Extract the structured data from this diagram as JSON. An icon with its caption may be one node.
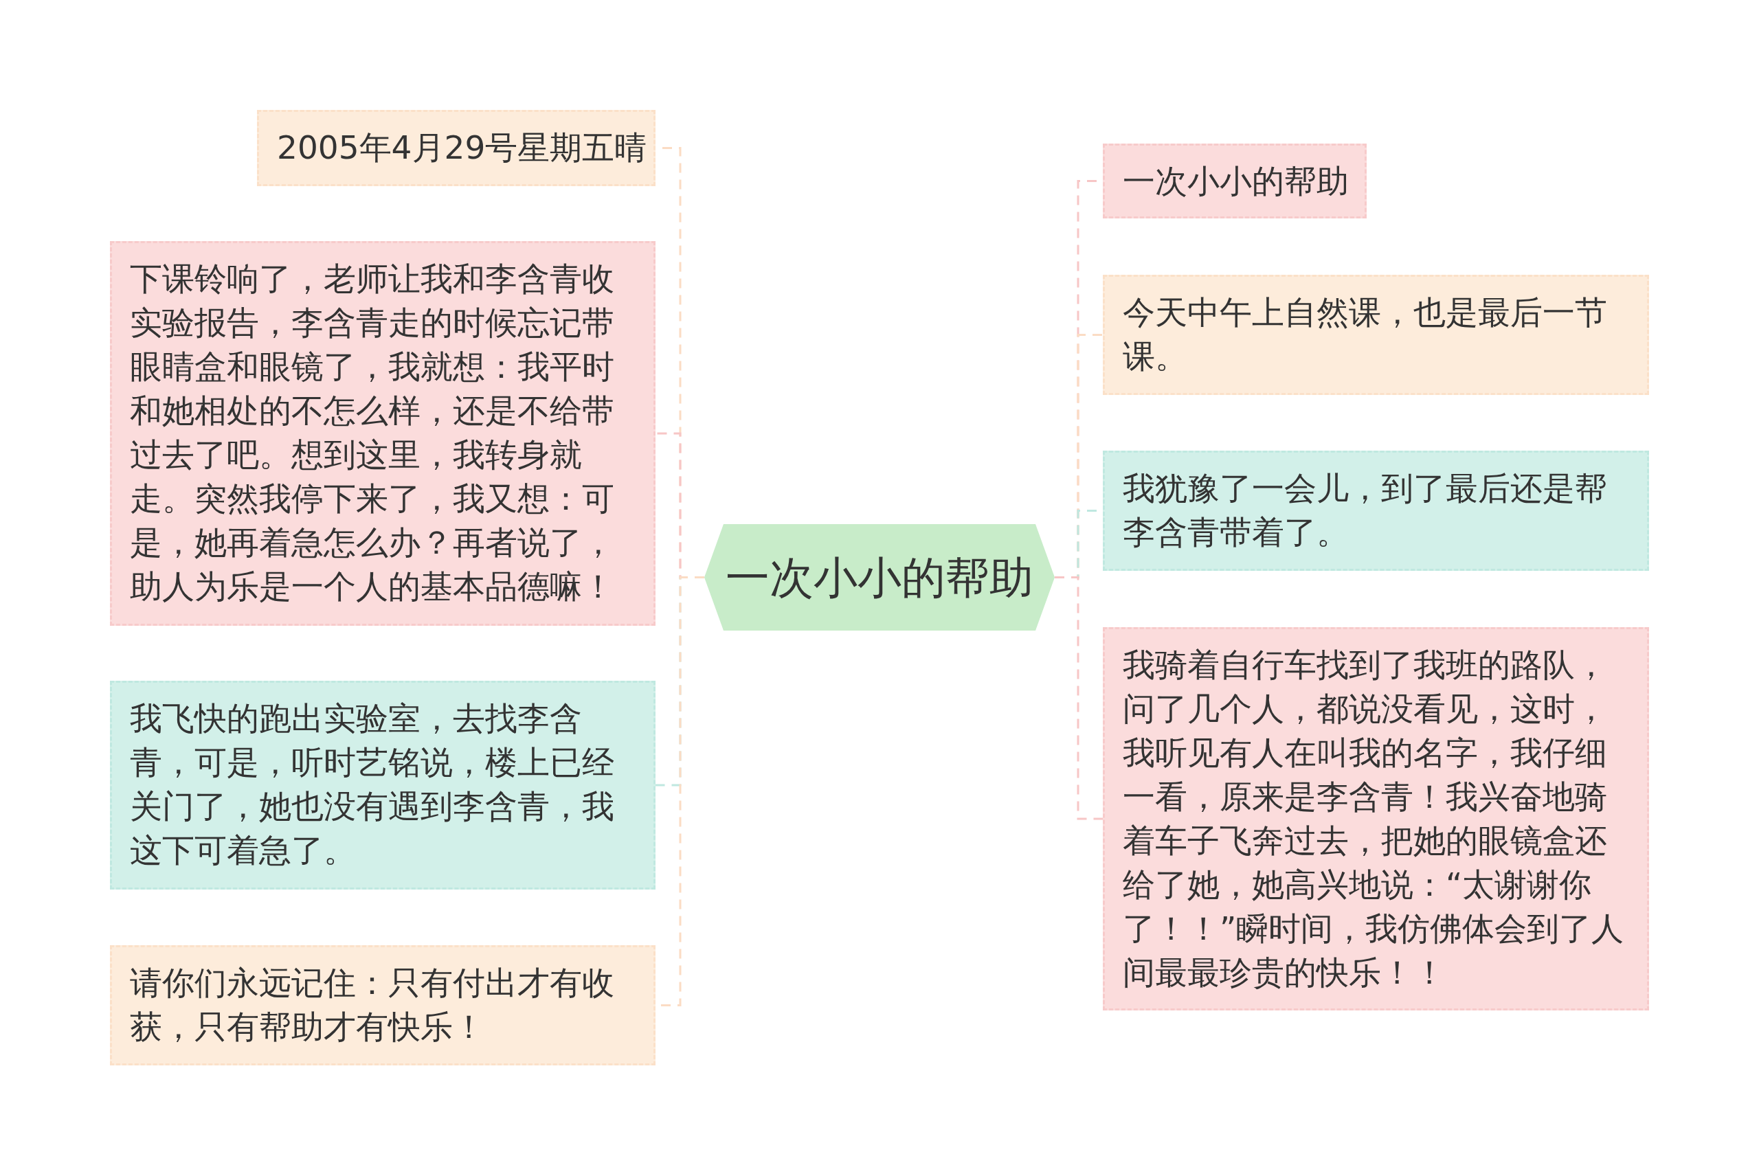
{
  "diagram": {
    "nodes": [
      {
        "text": [
          "一次小小的帮助"
        ]
      },
      {
        "text": [
          "2005年4月29号星期五晴"
        ]
      },
      {
        "text": [
          "下课铃响了，老师让我和李含青收实验报告，李含青走的时候忘记带眼睛盒和眼镜了，我就想：我平时和她相处的不怎么样，还是不给带过去了吧。想到这里，我转身就走。突然我停下来了，我又想：可是，她再着急怎么办？再者说了，助人为乐是一个人的基本品德嘛！"
        ]
      },
      {
        "text": [
          "我飞快的跑出实验室，去找李含青，可是，听时艺铭说，楼上已经关门了，她也没有遇到李含青，我这下可着急了。"
        ]
      },
      {
        "text": [
          "请你们永远记住：只有付出才有收获，只有帮助才有快乐！"
        ]
      },
      {
        "text": [
          "一次小小的帮助"
        ]
      },
      {
        "text": [
          "今天中午上自然课，也是最后一节课。"
        ]
      },
      {
        "text": [
          "我犹豫了一会儿，到了最后还是帮李含青带着了。"
        ]
      },
      {
        "text": [
          "我骑着自行车找到了我班的路队，问了几个人，都说没看见，这时，我听见有人在叫我的名字，我仔细一看，原来是李含青！我兴奋地骑着车子飞奔过去，把她的眼镜盒还给了她，她高兴地说：“太谢谢你了！！”瞬时间，我仿佛体会到了人间最最珍贵的快乐！！"
        ]
      }
    ],
    "edges": [
      {
        "from": 0,
        "to": 1,
        "arrow": "none",
        "style": "dashed",
        "color": "#fbdcc4"
      },
      {
        "from": 0,
        "to": 2,
        "arrow": "none",
        "style": "dashed",
        "color": "#f7c6c6"
      },
      {
        "from": 0,
        "to": 3,
        "arrow": "none",
        "style": "dashed",
        "color": "#bfe8e0"
      },
      {
        "from": 0,
        "to": 4,
        "arrow": "none",
        "style": "dashed",
        "color": "#fbdcc4"
      },
      {
        "from": 0,
        "to": 5,
        "arrow": "none",
        "style": "dashed",
        "color": "#f7c6c6"
      },
      {
        "from": 0,
        "to": 6,
        "arrow": "none",
        "style": "dashed",
        "color": "#fbdcc4"
      },
      {
        "from": 0,
        "to": 7,
        "arrow": "none",
        "style": "dashed",
        "color": "#bfe8e0"
      },
      {
        "from": 0,
        "to": 8,
        "arrow": "none",
        "style": "dashed",
        "color": "#f7c6c6"
      }
    ]
  }
}
